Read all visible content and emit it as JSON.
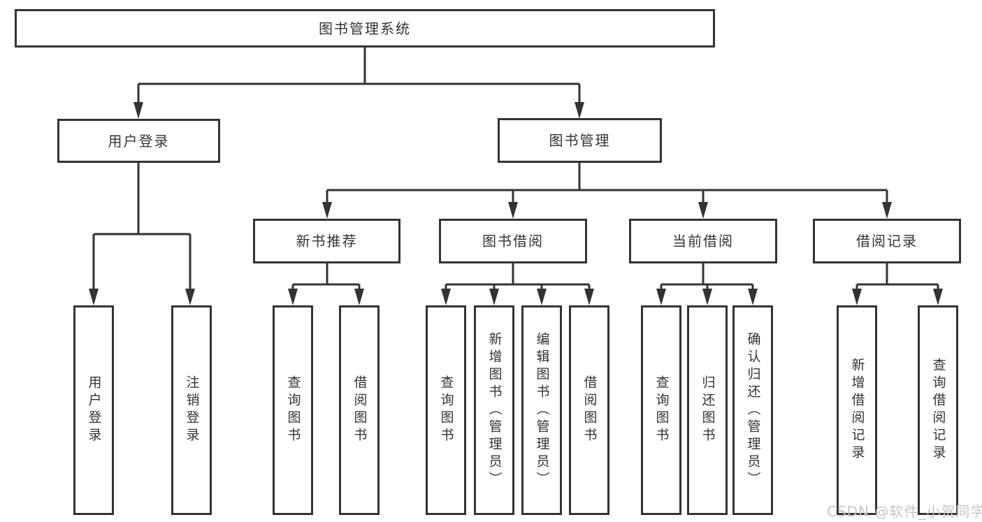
{
  "colors": {
    "line": "#333333",
    "box_border": "#333333",
    "box_fill": "#ffffff",
    "text": "#333333",
    "watermark_text": "#c6c6c6"
  },
  "watermark": {
    "label": "CSDN @软件_小贺同学"
  },
  "tree": {
    "root": {
      "label": "图书管理系统"
    },
    "branches": [
      {
        "label": "用户登录",
        "children": [
          {
            "label": "用户登录"
          },
          {
            "label": "注销登录"
          }
        ]
      },
      {
        "label": "图书管理",
        "groups": [
          {
            "label": "新书推荐",
            "children": [
              {
                "label": "查询图书"
              },
              {
                "label": "借阅图书"
              }
            ]
          },
          {
            "label": "图书借阅",
            "children": [
              {
                "label": "查询图书"
              },
              {
                "label": "新增图书（管理员）"
              },
              {
                "label": "编辑图书（管理员）"
              },
              {
                "label": "借阅图书"
              }
            ]
          },
          {
            "label": "当前借阅",
            "children": [
              {
                "label": "查询图书"
              },
              {
                "label": "归还图书"
              },
              {
                "label": "确认归还（管理员）"
              }
            ]
          },
          {
            "label": "借阅记录",
            "children": [
              {
                "label": "新增借阅记录"
              },
              {
                "label": "查询借阅记录"
              }
            ]
          }
        ]
      }
    ]
  }
}
